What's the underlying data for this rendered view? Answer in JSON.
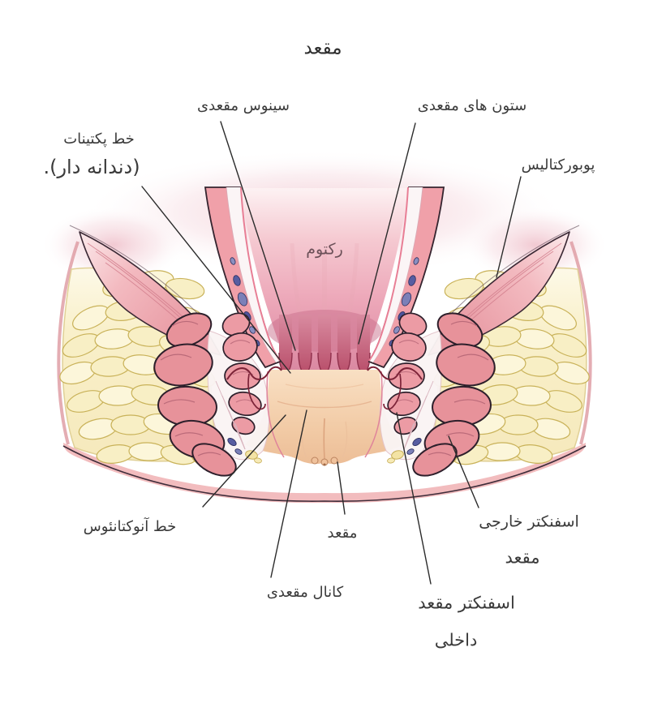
{
  "title": "مقعد",
  "illustration": {
    "rectum_label": "رکتوم",
    "colors": {
      "muscle": "#e7929a",
      "muscle_outline": "#2d1f2b",
      "fat": "#f8efc5",
      "fat_outline": "#c9b259",
      "rectal_wall": "#f0a0a9",
      "lumen_pink": "#eeadbc",
      "anal_columns": "#b64a66",
      "canal_skin": "#f2cba6",
      "vein_blue": "#575da1",
      "vessel_red": "#7c2338",
      "fascia_white": "#faf4f4",
      "leader_line": "#2b2b2b",
      "label_text": "#3a3a3a"
    }
  },
  "labels": {
    "anal_sinus": {
      "text": "سینوس مقعدی"
    },
    "anal_columns": {
      "text": "ستون های مقعدی"
    },
    "pectinate_line": {
      "line1": "خط پکتینات",
      "line2": "(دندانه دار)."
    },
    "puborectalis": {
      "text": "پوبورکتالیس"
    },
    "anocutaneous_line": {
      "text": "خط آنوکتانئوس"
    },
    "anal_canal": {
      "text": "کانال مقعدی"
    },
    "anus": {
      "text": "مقعد"
    },
    "external_sphincter": {
      "line1": "اسفنکتر خارجی",
      "line2": "مقعد"
    },
    "internal_sphincter": {
      "line1": "اسفنکتر مقعد",
      "line2": "داخلی"
    }
  }
}
